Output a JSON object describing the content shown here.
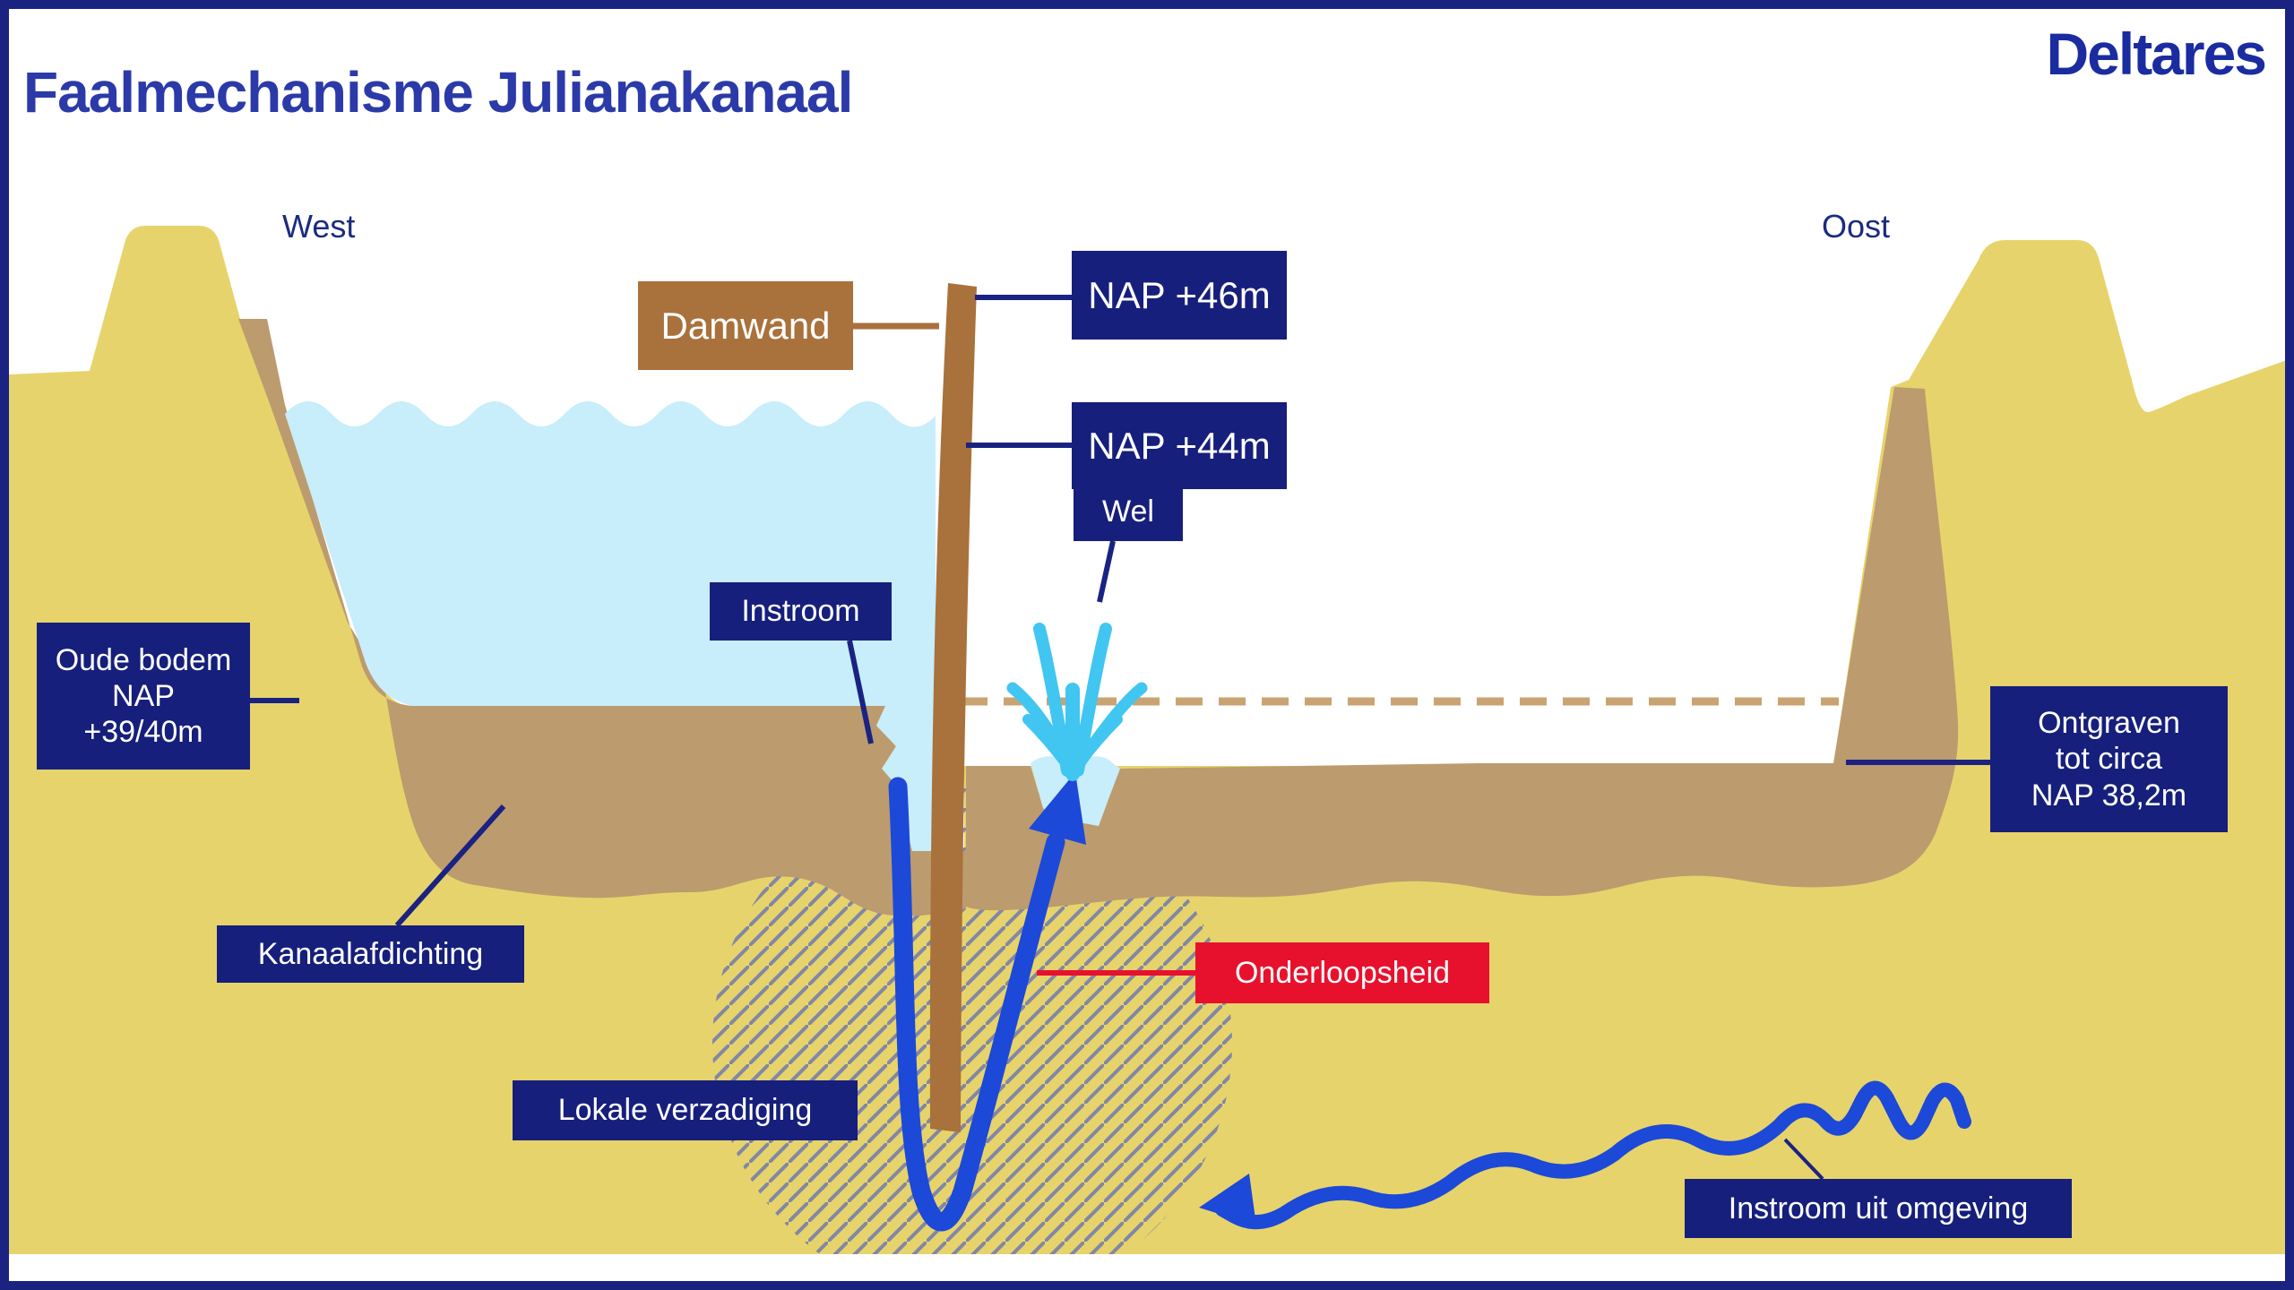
{
  "title": "Faalmechanisme Julianakanaal",
  "brand": "Deltares",
  "orientation": {
    "west": "West",
    "east": "Oost"
  },
  "labels": {
    "damwand": "Damwand",
    "nap_46": "NAP +46m",
    "nap_44": "NAP +44m",
    "wel": "Wel",
    "instroom": "Instroom",
    "oude_bodem": "Oude bodem\nNAP\n+39/40m",
    "kanaalafdichting": "Kanaalafdichting",
    "lokale_verzadiging": "Lokale verzadiging",
    "onderloopsheid": "Onderloopsheid",
    "ontgraven": "Ontgraven\ntot circa\nNAP 38,2m",
    "instroom_uit_omgeving": "Instroom uit omgeving"
  },
  "colors": {
    "frame_border": "#1A2382",
    "title_text": "#2B3AA8",
    "brand_text": "#1A2CA0",
    "label_box": "#161F7B",
    "label_box_alert": "#E8112D",
    "label_box_wood": "#A9713B",
    "sand": "#E7D36B",
    "canal_liner": "#BC9B6F",
    "sheet_pile": "#A9713B",
    "water": "#C8EDFB",
    "spray": "#41C6F1",
    "flow_arrow": "#1C49D8",
    "old_bottom_dash": "#C9A472",
    "hatch_line": "#5E6DB8"
  }
}
